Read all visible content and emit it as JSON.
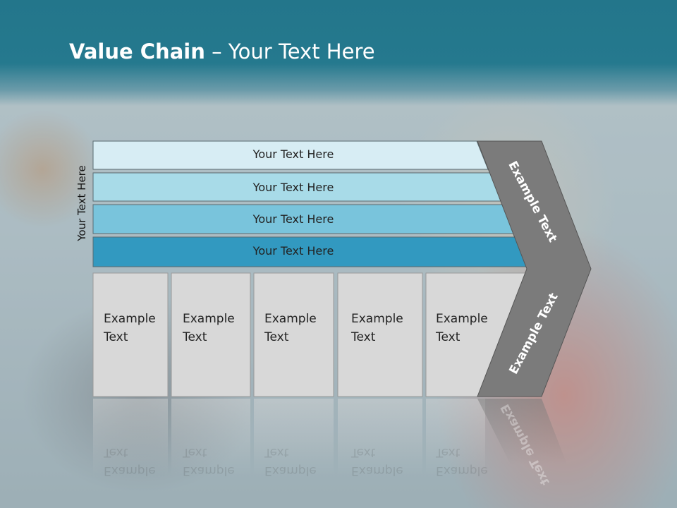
{
  "slide": {
    "title_bold": "Value Chain",
    "title_rest": " – Your Text Here",
    "side_label": "Your Text Here"
  },
  "bars": [
    {
      "label": "Your Text Here",
      "color": "#d7edf4"
    },
    {
      "label": "Your Text Here",
      "color": "#a8dbe8"
    },
    {
      "label": "Your Text Here",
      "color": "#79c4dc"
    },
    {
      "label": "Your Text Here",
      "color": "#3299c0"
    }
  ],
  "boxes": [
    {
      "line1": "Example",
      "line2": "Text"
    },
    {
      "line1": "Example",
      "line2": "Text"
    },
    {
      "line1": "Example",
      "line2": "Text"
    },
    {
      "line1": "Example",
      "line2": "Text"
    },
    {
      "line1": "Example",
      "line2": "Text"
    }
  ],
  "arrow": {
    "upper_label": "Example Text",
    "lower_label": "Example Text",
    "color": "#7b7b7b"
  }
}
